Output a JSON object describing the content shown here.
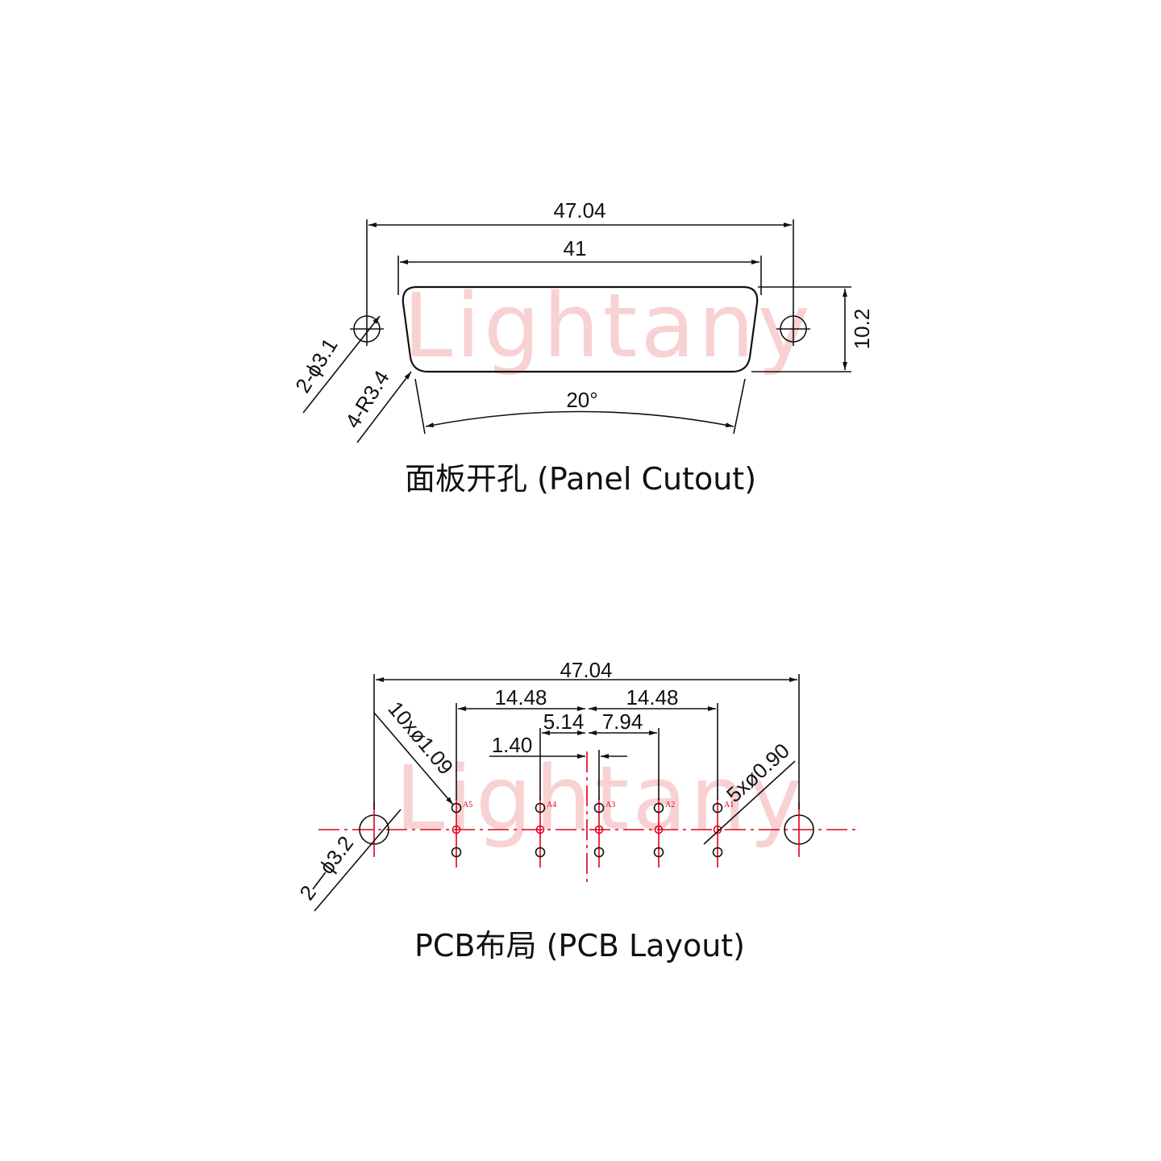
{
  "watermark": "Lightany",
  "panel": {
    "overall_width": "47.04",
    "shell_width": "41",
    "height": "10.2",
    "mount_holes": "2-ϕ3.1",
    "corner_radius": "4-R3.4",
    "angle": "20°",
    "caption": "面板开孔 (Panel Cutout)"
  },
  "pcb": {
    "overall_width": "47.04",
    "left_pitch": "14.48",
    "right_pitch": "14.48",
    "dim_514": "5.14",
    "dim_794": "7.94",
    "dim_140": "1.40",
    "small_holes": "10xø1.09",
    "contact_holes": "5xø0.90",
    "mount_holes": "2—ϕ3.2",
    "pins": [
      "A5",
      "A4",
      "A3",
      "A2",
      "A1"
    ],
    "caption": "PCB布局 (PCB Layout)"
  }
}
